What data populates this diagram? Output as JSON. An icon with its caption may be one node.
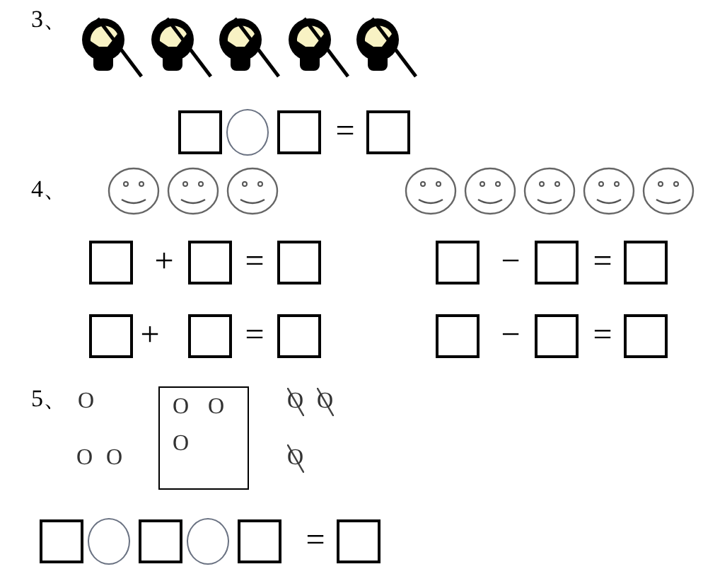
{
  "diagram": {
    "nodes": [
      {
        "text": [],
        "shape": "box"
      },
      {
        "text": [],
        "shape": "circle"
      },
      {
        "text": [],
        "shape": "box"
      },
      {
        "text": [],
        "shape": "box"
      },
      {
        "text": [],
        "shape": "box"
      },
      {
        "text": [],
        "shape": "box"
      },
      {
        "text": [],
        "shape": "box"
      },
      {
        "text": [],
        "shape": "box"
      },
      {
        "text": [],
        "shape": "box"
      },
      {
        "text": [],
        "shape": "box"
      },
      {
        "text": [],
        "shape": "box"
      },
      {
        "text": [],
        "shape": "box"
      },
      {
        "text": [],
        "shape": "box"
      },
      {
        "text": [],
        "shape": "box"
      },
      {
        "text": [],
        "shape": "box"
      },
      {
        "text": [],
        "shape": "box"
      },
      {
        "text": [
          "O",
          "O",
          "O"
        ]
      },
      {
        "text": [],
        "shape": "box"
      },
      {
        "text": [],
        "shape": "circle"
      },
      {
        "text": [],
        "shape": "box"
      },
      {
        "text": [],
        "shape": "circle"
      },
      {
        "text": [],
        "shape": "box"
      },
      {
        "text": [],
        "shape": "box"
      }
    ],
    "labels": [
      "3、",
      "=",
      "4、",
      "+",
      "=",
      "−",
      "=",
      "+",
      "=",
      "−",
      "=",
      "5、",
      "O",
      "O",
      "O",
      "O",
      "O",
      "O",
      "="
    ]
  }
}
